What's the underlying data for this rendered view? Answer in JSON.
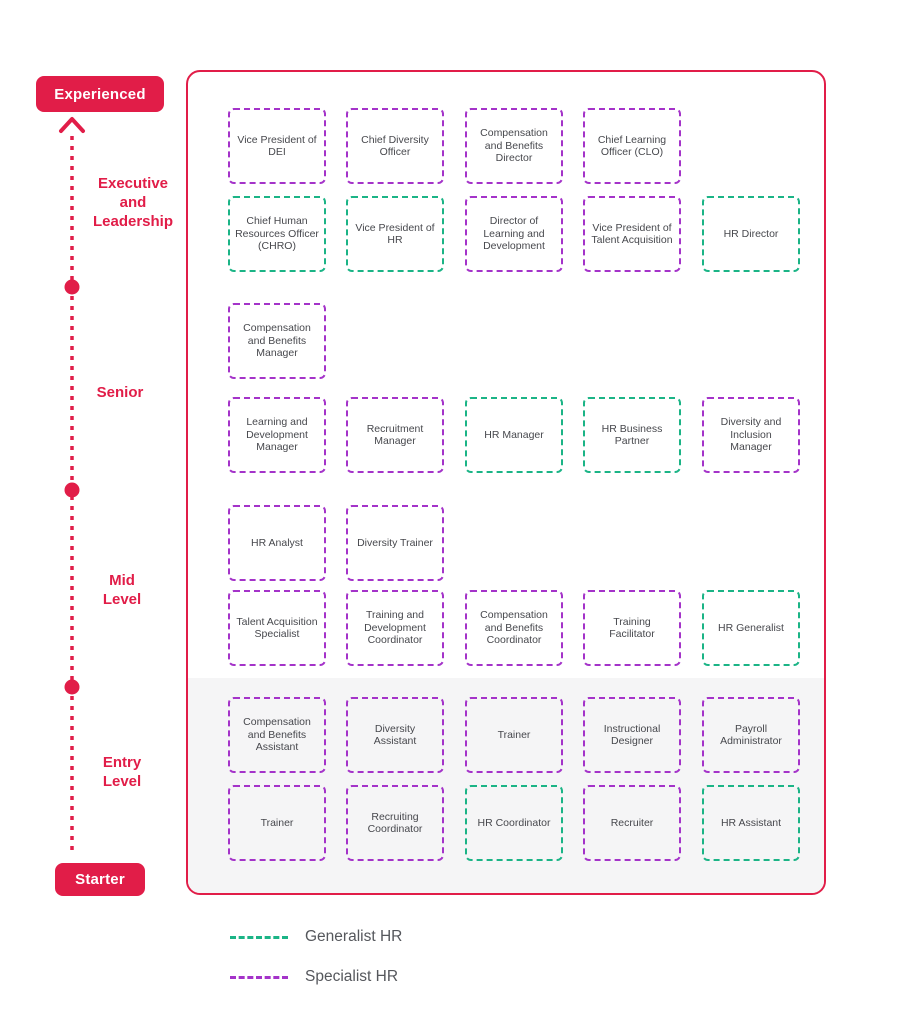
{
  "colors": {
    "accent": "#E11D48",
    "generalist": "#1BB486",
    "specialist": "#A433C9",
    "entry_band": "#F5F5F6"
  },
  "axis": {
    "top_badge": "Experienced",
    "bottom_badge": "Starter",
    "labels": {
      "executive": "Executive\nand\nLeadership",
      "senior": "Senior",
      "mid": "Mid\nLevel",
      "entry": "Entry\nLevel"
    }
  },
  "legend": {
    "items": [
      {
        "label": "Generalist HR",
        "type": "generalist"
      },
      {
        "label": "Specialist HR",
        "type": "specialist"
      }
    ]
  },
  "matrix": {
    "rows": [
      {
        "section": "executive-leadership",
        "cells": [
          {
            "col": 0,
            "label": "Vice President of DEI",
            "type": "specialist"
          },
          {
            "col": 1,
            "label": "Chief Diversity Officer",
            "type": "specialist"
          },
          {
            "col": 2,
            "label": "Compensation and Benefits Director",
            "type": "specialist"
          },
          {
            "col": 3,
            "label": "Chief Learning Officer (CLO)",
            "type": "specialist"
          }
        ]
      },
      {
        "section": "executive-leadership",
        "cells": [
          {
            "col": 0,
            "label": "Chief Human Resources Officer (CHRO)",
            "type": "generalist"
          },
          {
            "col": 1,
            "label": "Vice President of HR",
            "type": "generalist"
          },
          {
            "col": 2,
            "label": "Director of Learning and Development",
            "type": "specialist"
          },
          {
            "col": 3,
            "label": "Vice President of Talent Acquisition",
            "type": "specialist"
          },
          {
            "col": 4,
            "label": "HR Director",
            "type": "generalist"
          }
        ]
      },
      {
        "section": "senior",
        "cells": [
          {
            "col": 0,
            "label": "Compensation and Benefits Manager",
            "type": "specialist"
          }
        ]
      },
      {
        "section": "senior",
        "cells": [
          {
            "col": 0,
            "label": "Learning and Development Manager",
            "type": "specialist"
          },
          {
            "col": 1,
            "label": "Recruitment Manager",
            "type": "specialist"
          },
          {
            "col": 2,
            "label": "HR Manager",
            "type": "generalist"
          },
          {
            "col": 3,
            "label": "HR Business Partner",
            "type": "generalist"
          },
          {
            "col": 4,
            "label": "Diversity and Inclusion Manager",
            "type": "specialist"
          }
        ]
      },
      {
        "section": "mid-level",
        "cells": [
          {
            "col": 0,
            "label": "HR Analyst",
            "type": "specialist"
          },
          {
            "col": 1,
            "label": "Diversity Trainer",
            "type": "specialist"
          }
        ]
      },
      {
        "section": "mid-level",
        "cells": [
          {
            "col": 0,
            "label": "Talent Acquisition Specialist",
            "type": "specialist"
          },
          {
            "col": 1,
            "label": "Training and Development Coordinator",
            "type": "specialist"
          },
          {
            "col": 2,
            "label": "Compensation and Benefits Coordinator",
            "type": "specialist"
          },
          {
            "col": 3,
            "label": "Training Facilitator",
            "type": "specialist"
          },
          {
            "col": 4,
            "label": "HR Generalist",
            "type": "generalist"
          }
        ]
      },
      {
        "section": "entry-level",
        "cells": [
          {
            "col": 0,
            "label": "Compensation and Benefits Assistant",
            "type": "specialist"
          },
          {
            "col": 1,
            "label": "Diversity Assistant",
            "type": "specialist"
          },
          {
            "col": 2,
            "label": "Trainer",
            "type": "specialist"
          },
          {
            "col": 3,
            "label": "Instructional Designer",
            "type": "specialist"
          },
          {
            "col": 4,
            "label": "Payroll Administrator",
            "type": "specialist"
          }
        ]
      },
      {
        "section": "entry-level",
        "cells": [
          {
            "col": 0,
            "label": "Trainer",
            "type": "specialist"
          },
          {
            "col": 1,
            "label": "Recruiting Coordinator",
            "type": "specialist"
          },
          {
            "col": 2,
            "label": "HR Coordinator",
            "type": "generalist"
          },
          {
            "col": 3,
            "label": "Recruiter",
            "type": "specialist"
          },
          {
            "col": 4,
            "label": "HR Assistant",
            "type": "generalist"
          }
        ]
      }
    ]
  }
}
